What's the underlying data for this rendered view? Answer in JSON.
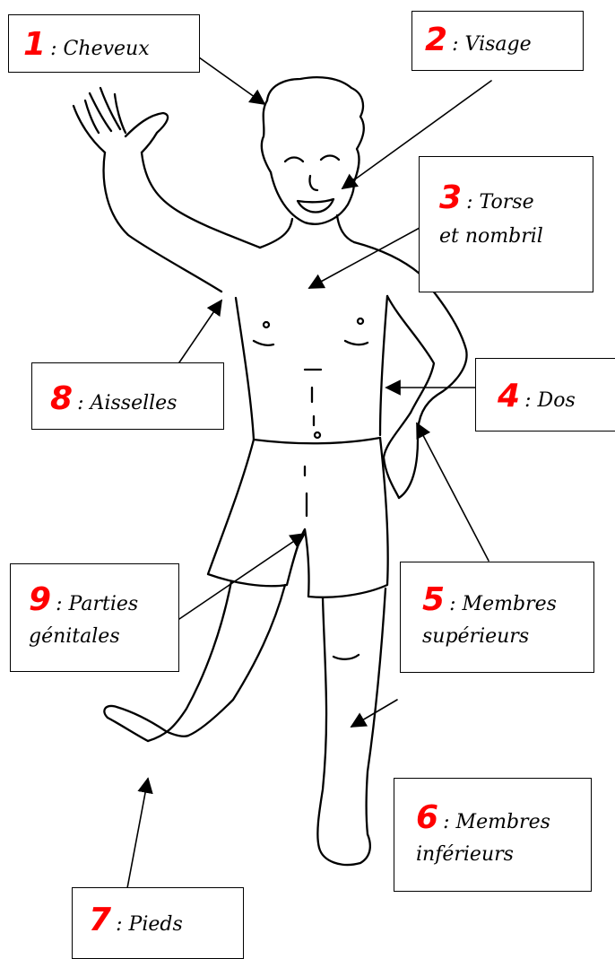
{
  "labels": [
    {
      "number": "1",
      "lines": [
        ": Cheveux"
      ]
    },
    {
      "number": "2",
      "lines": [
        ": Visage"
      ]
    },
    {
      "number": "3",
      "lines": [
        ": Torse",
        "et nombril"
      ]
    },
    {
      "number": "4",
      "lines": [
        ": Dos"
      ]
    },
    {
      "number": "5",
      "lines": [
        ": Membres",
        "supérieurs"
      ]
    },
    {
      "number": "6",
      "lines": [
        ": Membres",
        "inférieurs"
      ]
    },
    {
      "number": "7",
      "lines": [
        ": Pieds"
      ]
    },
    {
      "number": "8",
      "lines": [
        ": Aisselles"
      ]
    },
    {
      "number": "9",
      "lines": [
        ": Parties",
        "génitales"
      ]
    }
  ],
  "colors": {
    "number": "#ff0000",
    "line": "#000000",
    "background": "#ffffff"
  }
}
